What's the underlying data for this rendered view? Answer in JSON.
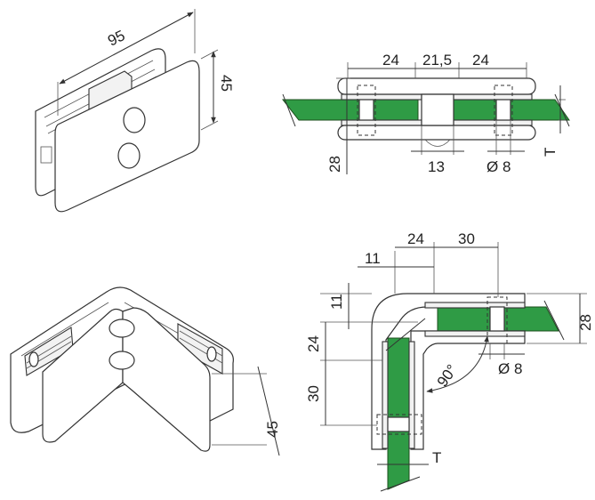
{
  "colors": {
    "glass": "#2f9b45",
    "glass_edge": "#1d4f1d",
    "line": "#333333",
    "background": "#ffffff"
  },
  "views": {
    "top_left_iso": {
      "length_dim": "95",
      "height_dim": "45"
    },
    "top_right_section": {
      "dim_left": "24",
      "dim_center": "21,5",
      "dim_right": "24",
      "dim_clearance": "28",
      "dim_gap": "13",
      "dim_hole": "Ø 8",
      "dim_thickness": "T"
    },
    "bottom_left_iso": {
      "height_dim": "45"
    },
    "bottom_right_section": {
      "dim_top_24": "24",
      "dim_top_30": "30",
      "dim_top_11": "11",
      "dim_left_11": "11",
      "dim_left_24": "24",
      "dim_left_30": "30",
      "dim_right_28": "28",
      "dim_angle": "90°",
      "dim_hole": "Ø 8",
      "dim_thickness": "T"
    }
  }
}
